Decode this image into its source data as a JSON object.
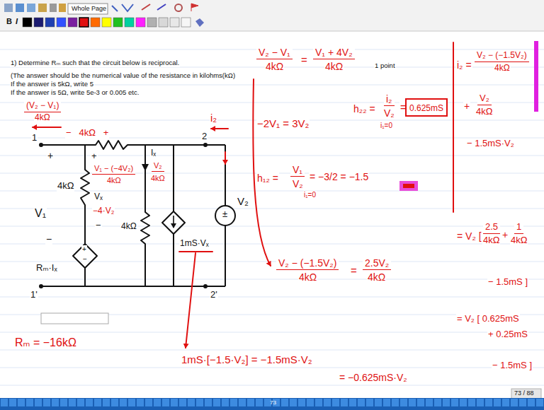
{
  "diagram": {
    "nodes": [
      {
        "text": [
          "0.625mS"
        ]
      }
    ],
    "labels": [
      "Whole Page",
      "1) Determine Rₘ such that the circuit below is reciprocal.",
      "(The answer should be the numerical value of the resistance in kilohms(kΩ)",
      "If the answer is 5kΩ, write 5",
      "If the answer is 5Ω, write 5e-3 or 0.005 etc.",
      "1 point",
      "(V₂ − V₁)",
      "4kΩ",
      "−   4kΩ   +",
      "i₂",
      "1",
      "2",
      "+",
      "4kΩ",
      "+",
      "V₁ − (−4V₂)",
      "4kΩ",
      "Iₓ",
      "V₂",
      "4kΩ",
      "V₁",
      "Vₓ",
      "−4·V₂",
      "−",
      "4kΩ",
      "−",
      "+",
      "−",
      "Rₘ·Iₓ",
      "1mS·Vₓ",
      "±",
      "V₂",
      "1'",
      "2'",
      "Rₘ = −16kΩ",
      "1mS·[−1.5·V₂] = −1.5mS·V₂",
      "= −0.625mS·V₂",
      "V₂ − V₁",
      "4kΩ",
      "=",
      "V₁ + 4V₂",
      "4kΩ",
      "−2V₁ = 3V₂",
      "h₂₂ =",
      "i₂",
      "V₂",
      "i₁=0",
      "=",
      "h₁₂ =",
      "V₁",
      "V₂",
      "i₁=0",
      "= −3/2 = −1.5",
      "V₂ − (−1.5V₂)",
      "4kΩ",
      "=",
      "2.5V₂",
      "4kΩ",
      "i₂ =",
      "V₂ − (−1.5V₂)",
      "4kΩ",
      "+",
      "V₂",
      "4kΩ",
      "− 1.5mS·V₂",
      "= V₂ [",
      "2.5",
      "4kΩ",
      "+",
      "1",
      "4kΩ",
      "− 1.5mS ]",
      "= V₂ [ 0.625mS",
      "+ 0.25mS",
      "− 1.5mS ]",
      "73 / 88",
      "73",
      "B",
      "I"
    ]
  }
}
